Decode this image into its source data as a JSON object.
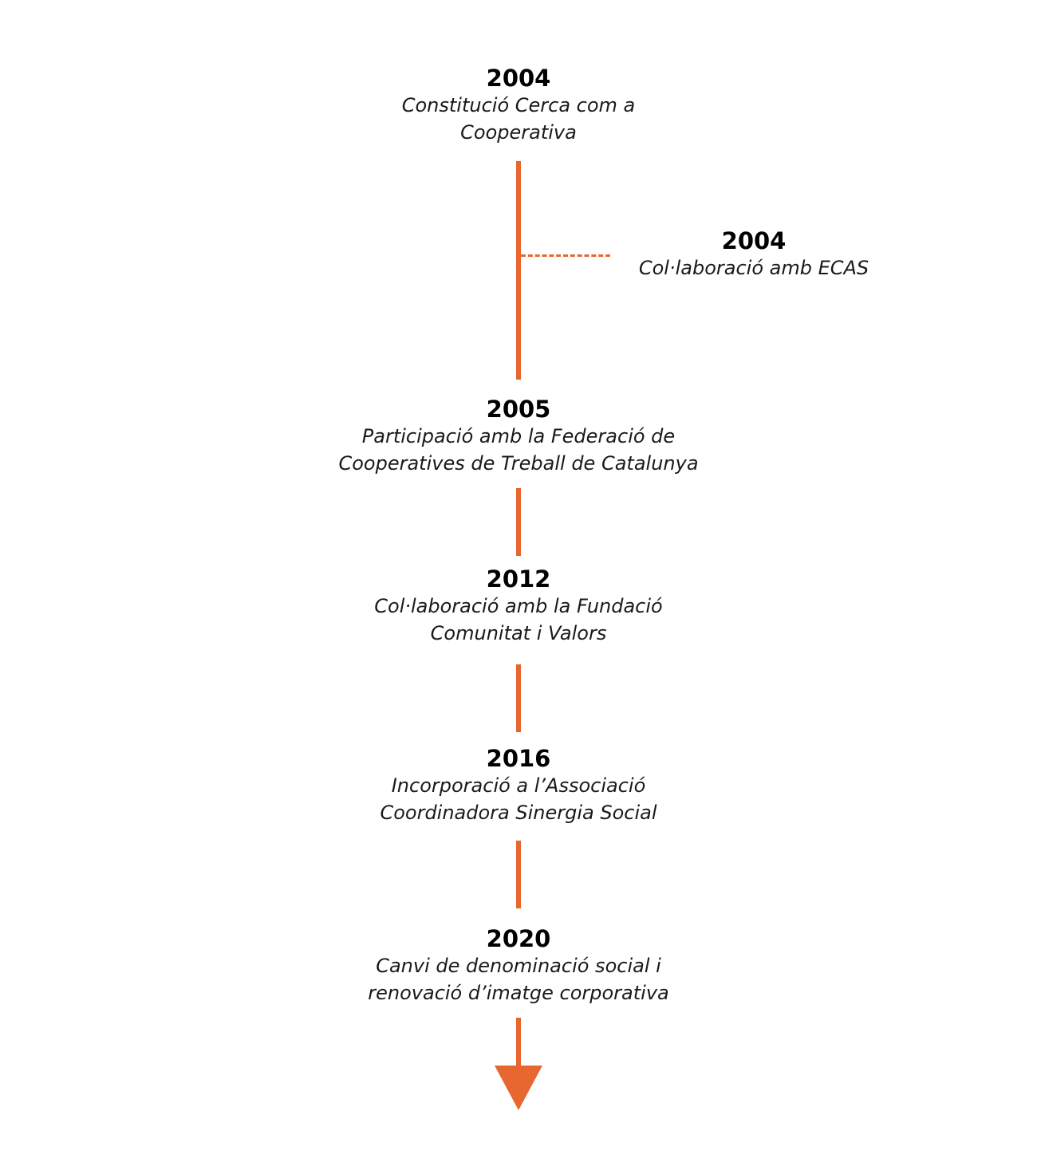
{
  "accent_color": "#e8662f",
  "events": [
    {
      "year": "2004",
      "line1": "Constitució Cerca com a",
      "line2": "Cooperativa"
    },
    {
      "year": "2004",
      "line1": "Col·laboració amb ECAS",
      "line2": ""
    },
    {
      "year": "2005",
      "line1": "Participació amb la Federació de",
      "line2": "Cooperatives de Treball de Catalunya"
    },
    {
      "year": "2012",
      "line1": "Col·laboració amb la Fundació",
      "line2": "Comunitat i Valors"
    },
    {
      "year": "2016",
      "line1": "Incorporació a l’Associació",
      "line2": "Coordinadora Sinergia Social"
    },
    {
      "year": "2020",
      "line1": "Canvi de denominació social i",
      "line2": "renovació d’imatge corporativa"
    }
  ]
}
